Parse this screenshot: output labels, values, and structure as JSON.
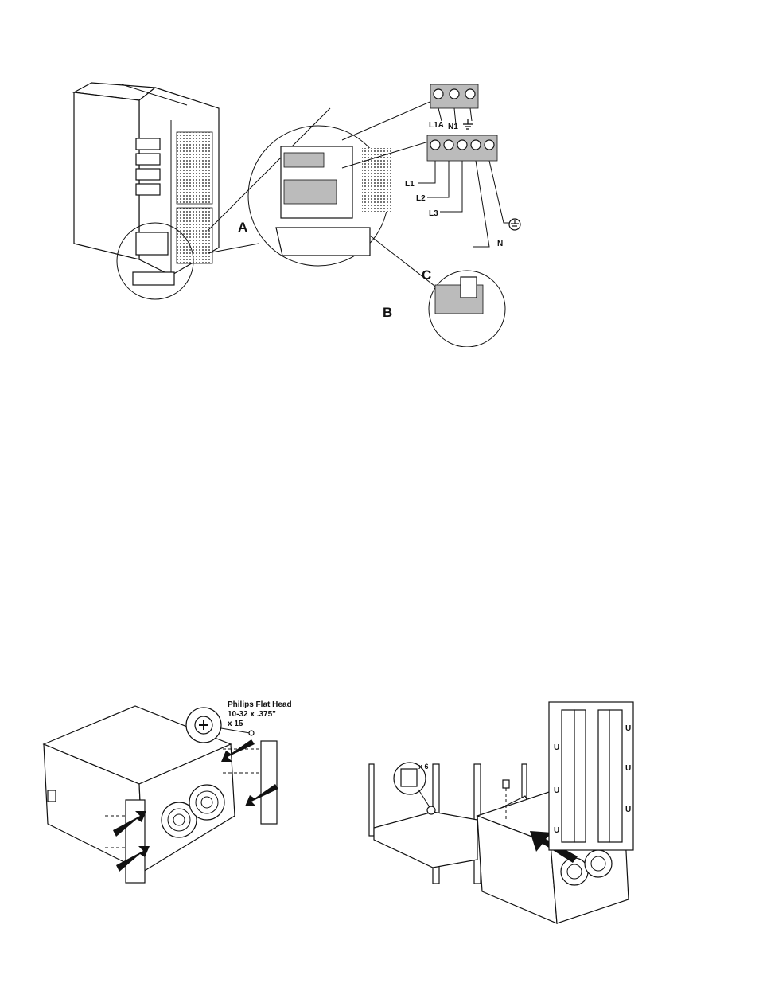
{
  "figure_top": {
    "callouts": {
      "a": "A",
      "b": "B",
      "c": "C"
    },
    "terminal_labels_top": [
      "L1A",
      "N1"
    ],
    "terminal_labels_main": [
      "L1",
      "L2",
      "L3",
      "N"
    ],
    "icons": [
      "ground-symbol-icon",
      "protective-earth-icon"
    ]
  },
  "figure_bottom_left": {
    "screw_spec_line1": "Philips Flat Head",
    "screw_spec_line2": "10-32 x .375\"",
    "screw_spec_line3": "x 15"
  },
  "figure_bottom_right": {
    "clip_quantity": "x 6",
    "rack_unit_marker": "U"
  }
}
